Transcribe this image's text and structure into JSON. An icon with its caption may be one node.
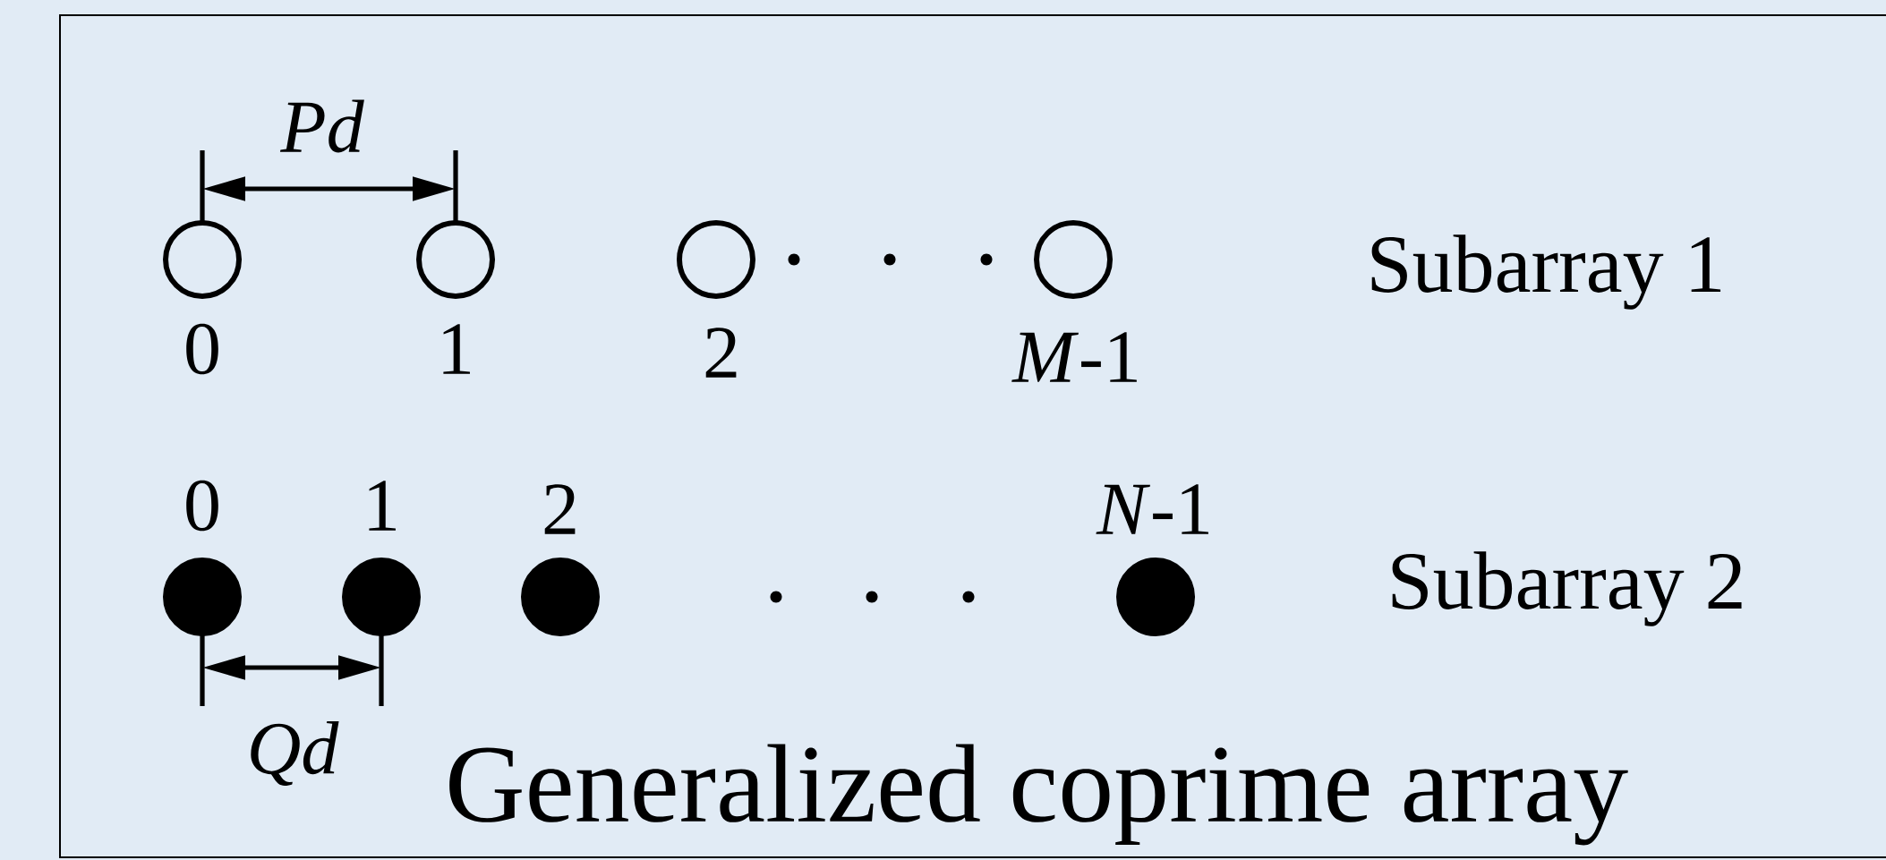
{
  "diagram": {
    "title": "Generalized coprime array",
    "nodes": [
      {
        "text": [],
        "shape": "circle",
        "beside": [
          "0"
        ]
      },
      {
        "text": [],
        "shape": "circle",
        "beside": [
          "1"
        ]
      },
      {
        "text": [],
        "shape": "circle",
        "beside": [
          "2"
        ]
      },
      {
        "text": [],
        "shape": "circle",
        "beside": [
          "*M*-1"
        ]
      },
      {
        "text": [],
        "shape": "circle",
        "beside": [
          "0"
        ]
      },
      {
        "text": [],
        "shape": "circle",
        "beside": [
          "1"
        ]
      },
      {
        "text": [],
        "shape": "circle",
        "beside": [
          "2"
        ]
      },
      {
        "text": [],
        "shape": "circle",
        "beside": [
          "*N*-1"
        ]
      }
    ],
    "labels": [
      "Pd",
      "Subarray 1",
      "Subarray 2",
      "Qd"
    ]
  }
}
